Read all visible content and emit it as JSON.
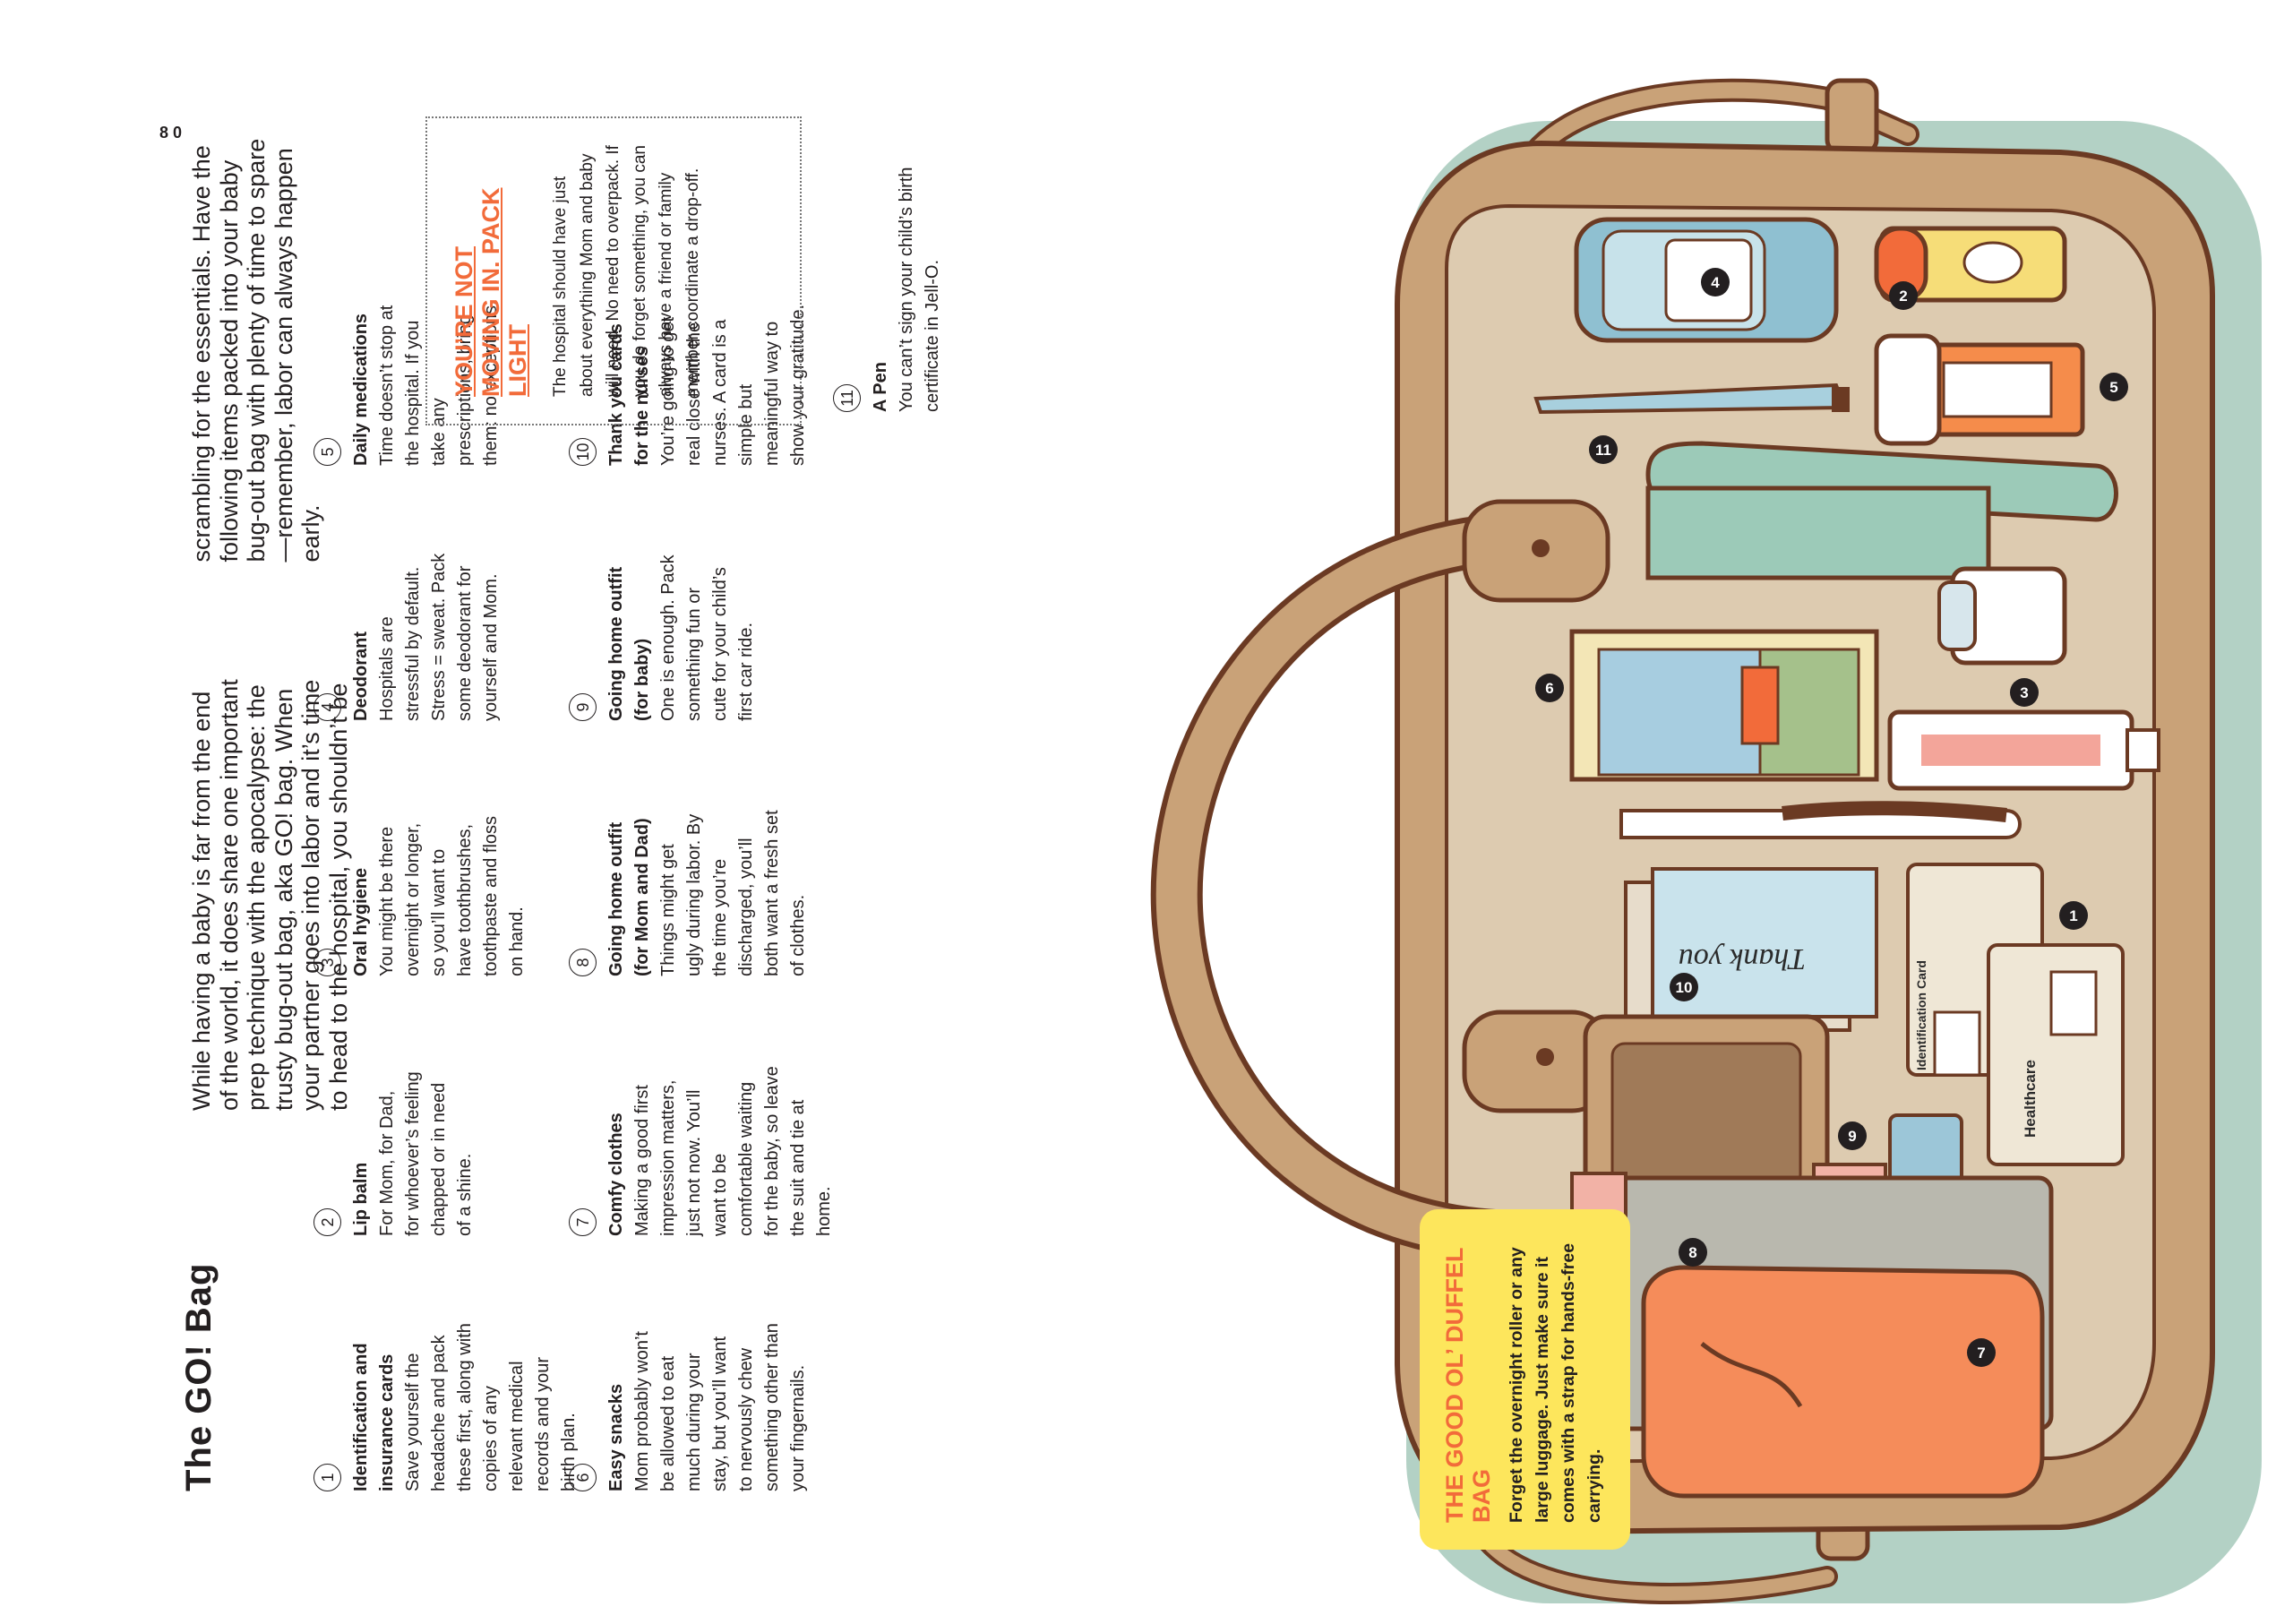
{
  "page_number": "80",
  "title": "The GO! Bag",
  "intro": "While having a baby is far from the end of the world, it does share one important prep technique with the apocalypse: the trusty bug-out bag, aka GO! bag. When your partner goes into labor and it’s time to head to the hospital, you shouldn’t be scrambling for the essentials. Have the following items packed into your baby bug-out bag with plenty of time to spare—remember, labor can always happen early.",
  "items": [
    {
      "num": "1",
      "head": "Identification and insurance cards",
      "body": "Save yourself the headache and pack these first, along with copies of any relevant medical records and your birth plan."
    },
    {
      "num": "2",
      "head": "Lip balm",
      "body": "For Mom, for Dad, for whoever’s feeling chapped or in need of a shine."
    },
    {
      "num": "3",
      "head": "Oral hygiene",
      "body": "You might be there overnight or longer, so you’ll want to have toothbrushes, toothpaste and floss on hand."
    },
    {
      "num": "4",
      "head": "Deodorant",
      "body": "Hospitals are stressful by default. Stress = sweat. Pack some deodorant for yourself and Mom."
    },
    {
      "num": "5",
      "head": "Daily medications",
      "body": "Time doesn’t stop at the hospital. If you take any prescriptions, bring them: no exceptions."
    },
    {
      "num": "6",
      "head": "Easy snacks",
      "body": "Mom probably won’t be allowed to eat much during your stay, but you’ll want to nervously chew something other than your fingernails."
    },
    {
      "num": "7",
      "head": "Comfy clothes",
      "body": "Making a good first impression matters, just not now. You’ll want to be comfortable waiting for the baby, so leave the suit and tie at home."
    },
    {
      "num": "8",
      "head": "Going home outfit (for Mom and Dad)",
      "body": "Things might get ugly during labor. By the time you’re discharged, you’ll both want a fresh set of clothes."
    },
    {
      "num": "9",
      "head": "Going home outfit (for baby)",
      "body": "One is enough. Pack something fun or cute for your child’s first car ride."
    },
    {
      "num": "10",
      "head": "Thank you cards for the nurses",
      "body": "You’re going to get real close with the nurses. A card is a simple but meaningful way to show your gratitude."
    },
    {
      "num": "11",
      "head": "A Pen",
      "body": "You can’t sign your child’s birth certificate in Jell-O."
    }
  ],
  "sidebar": {
    "title": "YOU’RE NOT MOVING IN. PACK LIGHT",
    "body": "The hospital should have just about everything Mom and baby will need. No need to overpack. If you do forget something, you can always have a friend or family member coordinate a drop-off."
  },
  "callout": {
    "title": "THE GOOD OL’ DUFFEL BAG",
    "body": "Forget the overnight roller or any large luggage. Just make sure it comes with a strap for hands-free carrying."
  },
  "illustration": {
    "thank_you_card": "Thank you",
    "id_card_label": "Identification Card",
    "healthcare_card_label": "Healthcare",
    "markers": [
      "1",
      "2",
      "3",
      "4",
      "5",
      "6",
      "7",
      "8",
      "9",
      "10",
      "11"
    ]
  },
  "colors": {
    "accent_orange": "#f26b3a",
    "callout_yellow": "#fde65c",
    "background_mint": "#b3d1c5",
    "bag_tan": "#d2b48c"
  }
}
